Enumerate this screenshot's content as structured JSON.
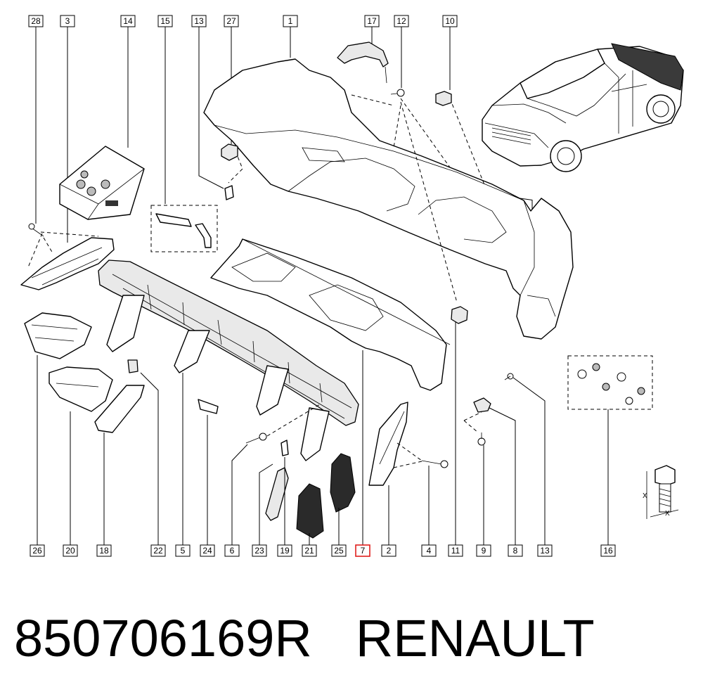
{
  "caption": {
    "part_number": "850706169R",
    "brand": "RENAULT"
  },
  "callouts": {
    "c28": "28",
    "c3": "3",
    "c14": "14",
    "c15": "15",
    "c13a": "13",
    "c27": "27",
    "c1": "1",
    "c17": "17",
    "c12": "12",
    "c10": "10",
    "c26": "26",
    "c20": "20",
    "c18": "18",
    "c22": "22",
    "c5": "5",
    "c24": "24",
    "c6": "6",
    "c23": "23",
    "c19": "19",
    "c21": "21",
    "c25": "25",
    "c7": "7",
    "c2": "2",
    "c4": "4",
    "c11": "11",
    "c9": "9",
    "c8": "8",
    "c13b": "13",
    "c16": "16"
  },
  "highlight_color": "#e0201e",
  "bolt_dimension_labels": [
    "X",
    "X"
  ]
}
